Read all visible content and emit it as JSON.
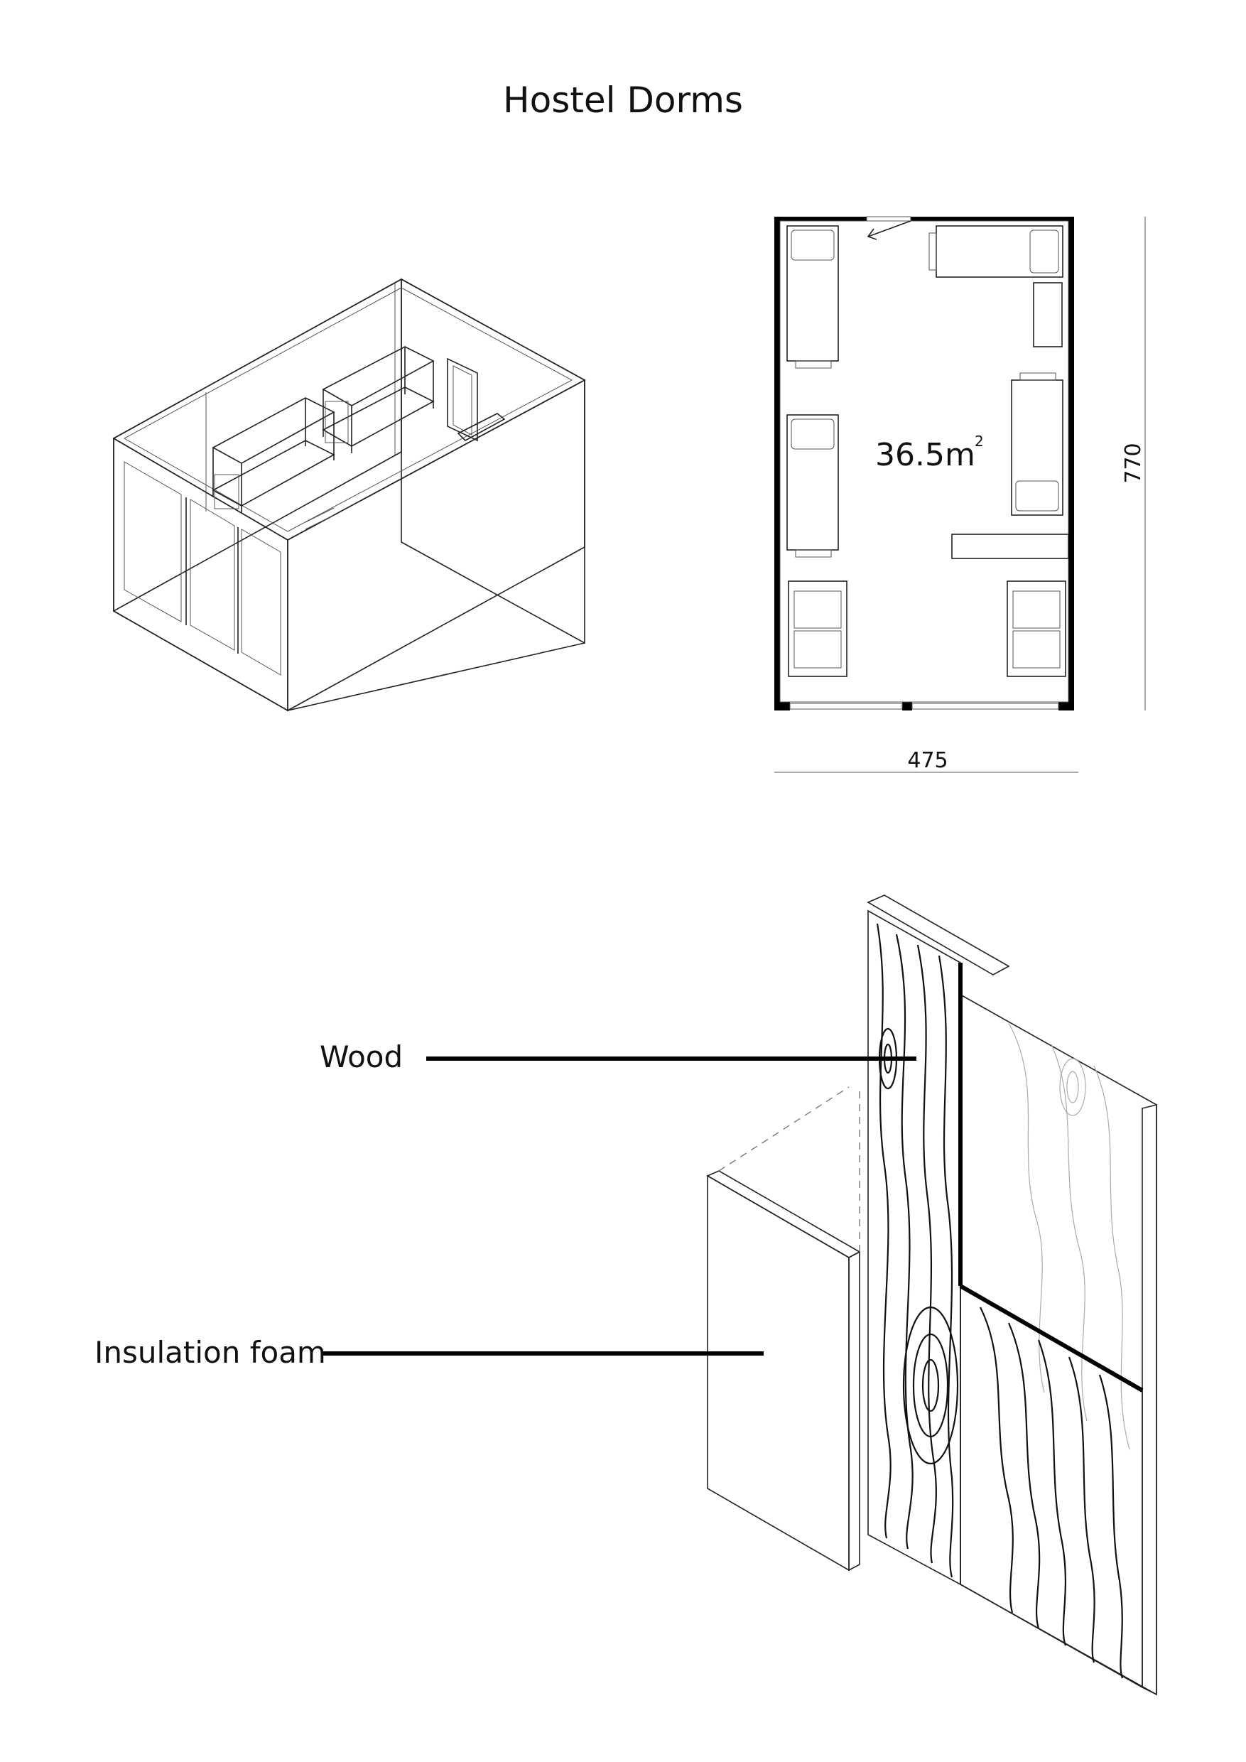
{
  "title": "Hostel Dorms",
  "plan": {
    "area_value": "36.5m",
    "area_exponent": "2",
    "width_label": "475",
    "height_label": "770"
  },
  "detail": {
    "wood_label": "Wood",
    "insulation_label": "Insulation foam"
  }
}
